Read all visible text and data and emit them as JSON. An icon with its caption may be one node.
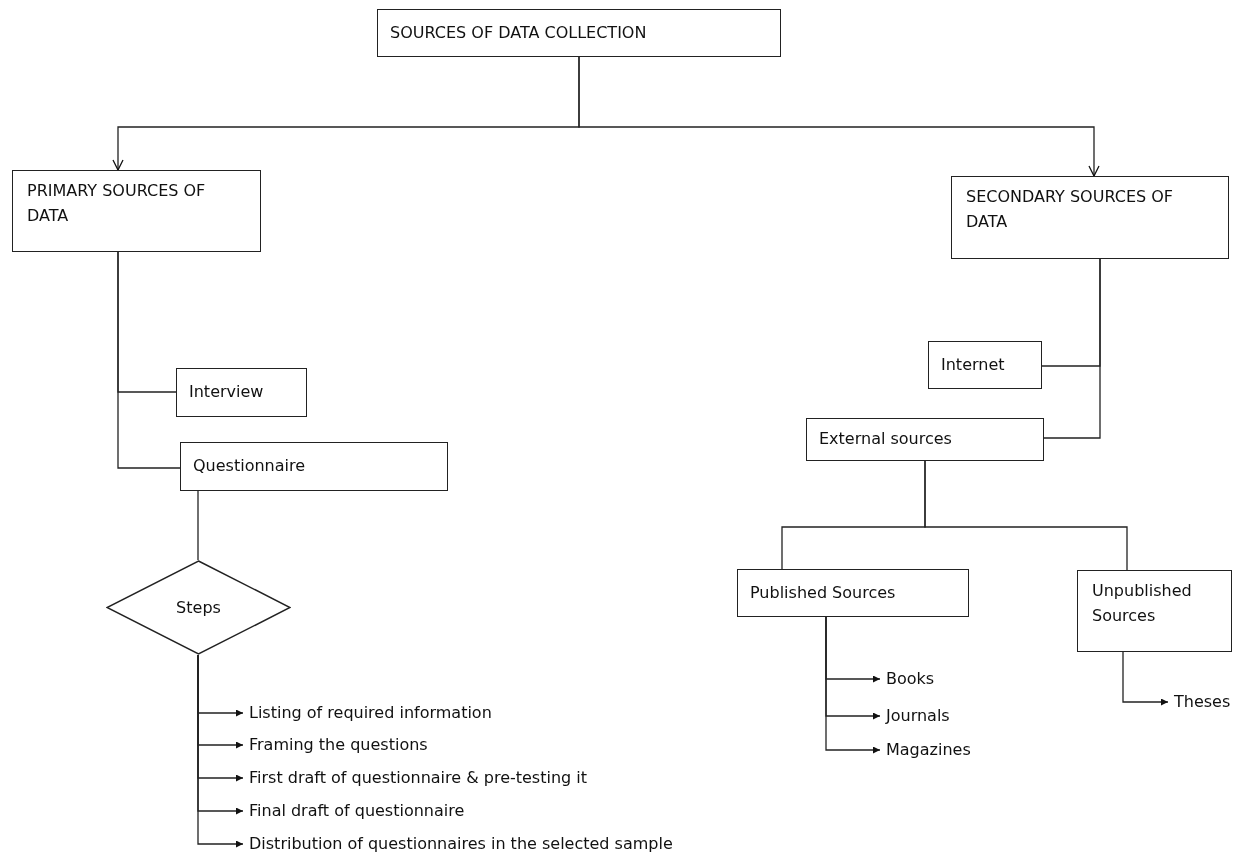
{
  "diagram": {
    "nodes": [
      {
        "text": [
          "SOURCES OF DATA COLLECTION"
        ]
      },
      {
        "text": [
          "PRIMARY SOURCES OF DATA"
        ]
      },
      {
        "text": [
          "SECONDARY SOURCES OF DATA"
        ]
      },
      {
        "text": [
          "Interview"
        ]
      },
      {
        "text": [
          "Internet"
        ]
      },
      {
        "text": [
          "Questionnaire"
        ]
      },
      {
        "text": [
          "External sources"
        ]
      },
      {
        "text": [
          "Steps"
        ]
      },
      {
        "text": [
          "Published Sources"
        ]
      },
      {
        "text": [
          "Unpublished Sources"
        ]
      },
      {
        "text": [
          "Books"
        ]
      },
      {
        "text": [
          "Journals"
        ]
      },
      {
        "text": [
          "Magazines"
        ]
      },
      {
        "text": [
          "Theses"
        ]
      },
      {
        "text": [
          "Listing of required information"
        ]
      },
      {
        "text": [
          "Framing the questions"
        ]
      },
      {
        "text": [
          "First draft of questionnaire & pre-testing it"
        ]
      },
      {
        "text": [
          "Final draft of questionnaire"
        ]
      },
      {
        "text": [
          "Distribution of questionnaires in the selected sample"
        ]
      }
    ],
    "edges": [
      {
        "from": 0,
        "to": 1,
        "arrow": "to"
      },
      {
        "from": 0,
        "to": 2,
        "arrow": "to"
      },
      {
        "from": 1,
        "to": 3,
        "arrow": "none"
      },
      {
        "from": 1,
        "to": 5,
        "arrow": "none"
      },
      {
        "from": 2,
        "to": 4,
        "arrow": "none"
      },
      {
        "from": 2,
        "to": 6,
        "arrow": "none"
      },
      {
        "from": 5,
        "to": 7,
        "arrow": "none"
      },
      {
        "from": 6,
        "to": 8,
        "arrow": "none"
      },
      {
        "from": 6,
        "to": 9,
        "arrow": "none"
      },
      {
        "from": 8,
        "to": 10,
        "arrow": "to"
      },
      {
        "from": 8,
        "to": 11,
        "arrow": "to"
      },
      {
        "from": 8,
        "to": 12,
        "arrow": "to"
      },
      {
        "from": 9,
        "to": 13,
        "arrow": "to"
      },
      {
        "from": 7,
        "to": 14,
        "arrow": "to"
      },
      {
        "from": 7,
        "to": 15,
        "arrow": "to"
      },
      {
        "from": 7,
        "to": 16,
        "arrow": "to"
      },
      {
        "from": 7,
        "to": 17,
        "arrow": "to"
      },
      {
        "from": 7,
        "to": 18,
        "arrow": "to"
      }
    ]
  }
}
